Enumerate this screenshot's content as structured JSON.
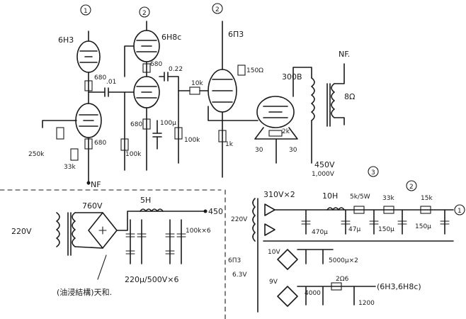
{
  "stage_marks": {
    "s1": "1",
    "s2a": "2",
    "s2b": "2",
    "s3": "3"
  },
  "tubes": {
    "t1": "6H3",
    "t2": "6H8c",
    "t3": "6П3"
  },
  "amp": {
    "r680a": "680",
    "r680b": "680",
    "r680c": "680",
    "r680d": "680",
    "c01": ".01",
    "c022": "0.22",
    "r10k": "10k",
    "r150": "150Ω",
    "r100ka": "100k",
    "r100kb": "100k",
    "c100": "100μ",
    "r250k": "250k",
    "r33k": "33k",
    "r1k": "1k",
    "r30a": "30",
    "r30b": "30",
    "r2k": "2k",
    "out_tube": "300B",
    "load": "8Ω",
    "nf_top": "NF.",
    "nf_bottom": "NF",
    "hv": "450V",
    "hv2": "1,000V"
  },
  "psu": {
    "ac_in": "220V",
    "sec_hv": "760V",
    "choke": "5H",
    "out": "450",
    "caps": "100k×6",
    "bottom_caps": "220μ/500V×6",
    "note": "(油浸結構)天和.",
    "fil_tr1": "220V",
    "fil_tr2": "6П3",
    "fil_tr3": "6.3V",
    "rect_v": "310V×2",
    "choke2": "10H",
    "r5k": "5k/5W",
    "r33k": "33k",
    "r15k": "15k",
    "c470": "470μ",
    "c47": "47μ",
    "c150a": "150μ",
    "c150b": "150μ",
    "sec2": "10V",
    "c5000": "5000μ×2",
    "sec3": "9V",
    "r2": "2Ω6",
    "c4000": "4000",
    "c1200": "1200",
    "heater_note": "(6H3,6H8c)",
    "node1": "1",
    "node2": "2",
    "node3": "3"
  }
}
